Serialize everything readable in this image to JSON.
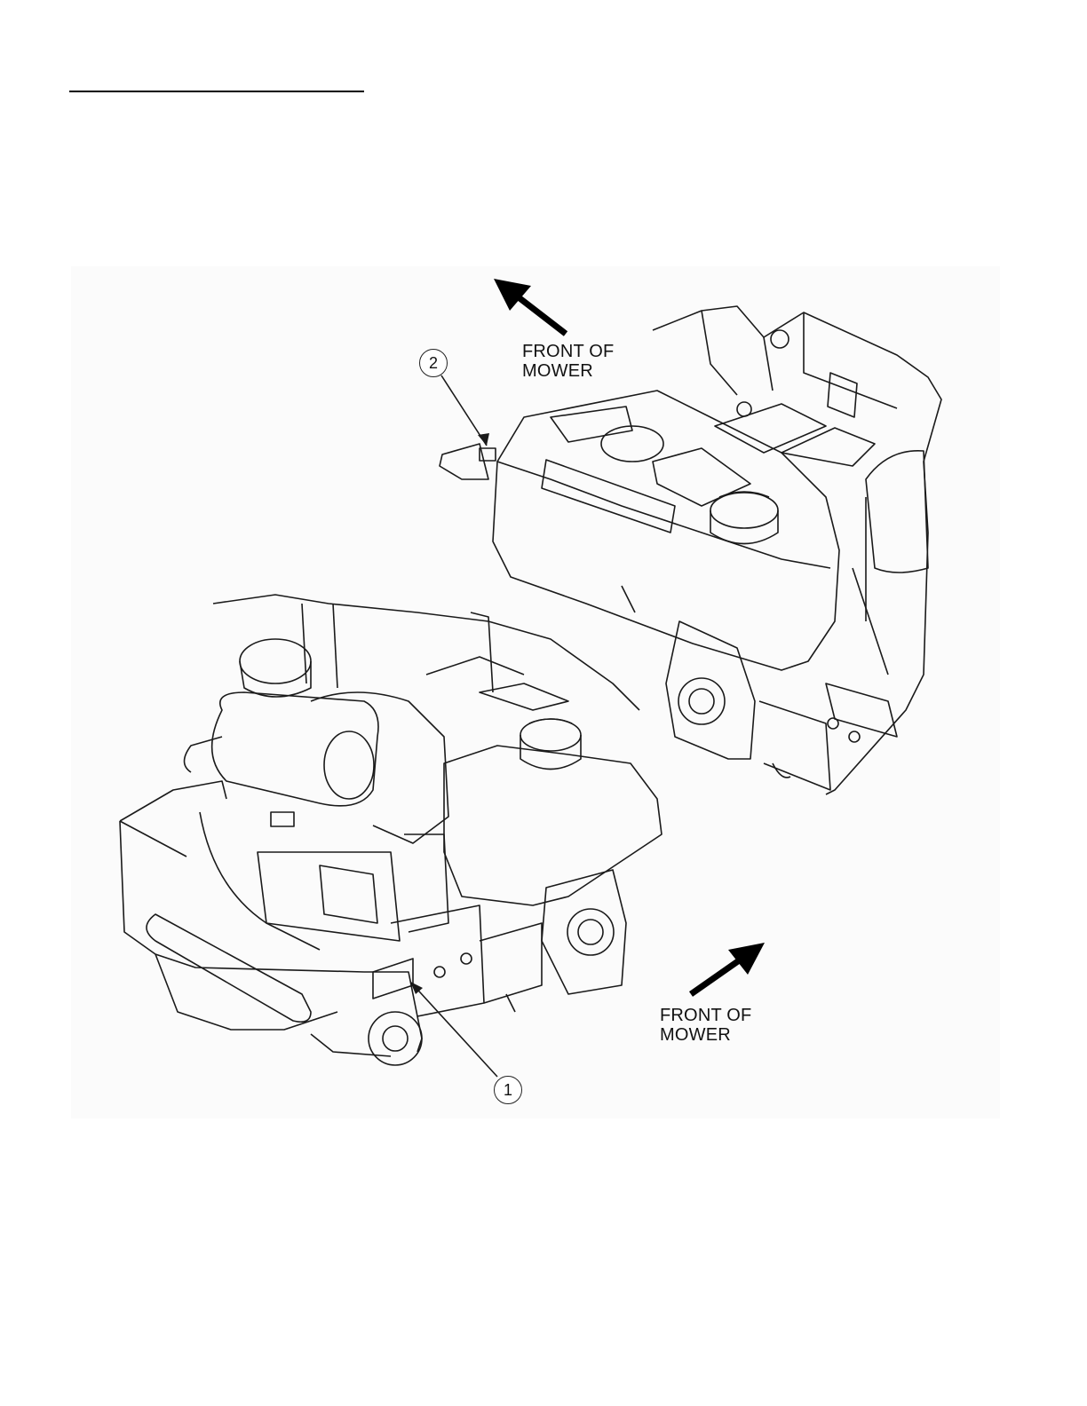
{
  "labels": {
    "front_top_line1": "FRONT OF",
    "front_top_line2": "MOWER",
    "front_bottom_line1": "FRONT OF",
    "front_bottom_line2": "MOWER"
  },
  "callouts": {
    "one": "1",
    "two": "2"
  },
  "colors": {
    "line": "#1a1a1a",
    "panel": "#fbfbfb"
  }
}
